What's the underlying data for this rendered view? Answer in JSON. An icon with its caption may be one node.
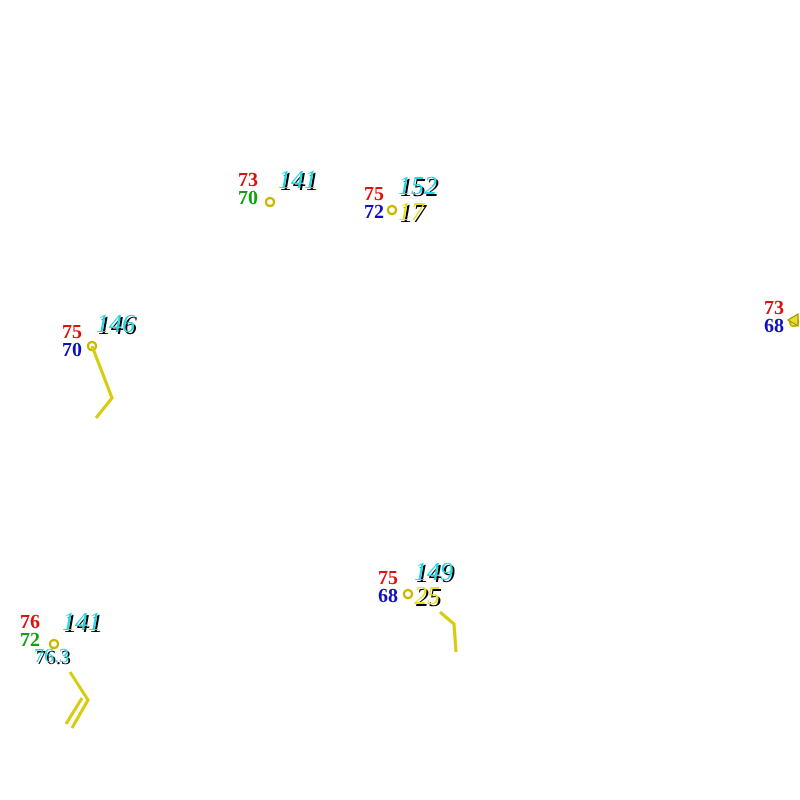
{
  "diagram": {
    "labels": [
      "73",
      "70",
      "141",
      "75",
      "72",
      "152",
      "17",
      "73",
      "68",
      "75",
      "70",
      "146",
      "75",
      "68",
      "149",
      "25",
      "76",
      "72",
      "141",
      "76.3"
    ]
  }
}
